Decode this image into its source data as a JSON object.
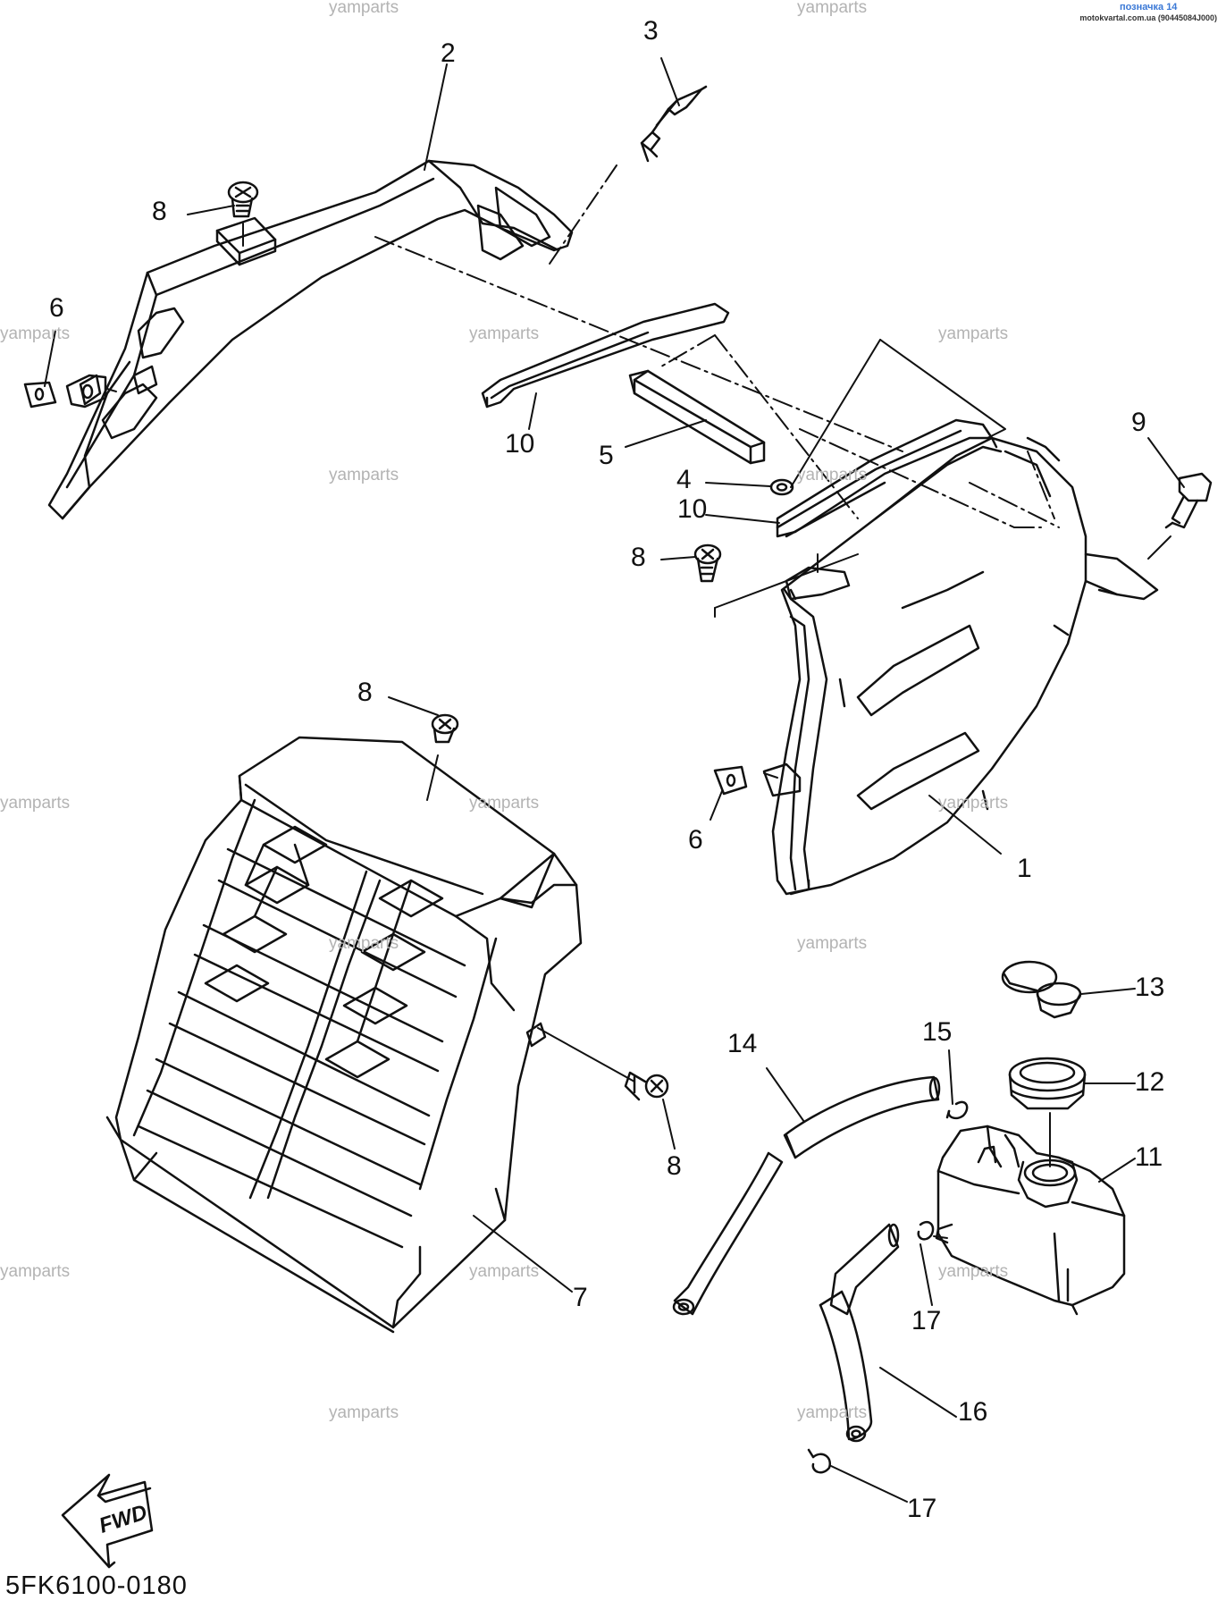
{
  "header": {
    "badge": "позначка 14",
    "site": "motokvartal.com.ua (90445084J000)"
  },
  "watermark": "yamparts",
  "callouts": {
    "c1": "1",
    "c2": "2",
    "c3": "3",
    "c4": "4",
    "c5": "5",
    "c6a": "6",
    "c6b": "6",
    "c7": "7",
    "c8a": "8",
    "c8b": "8",
    "c8c": "8",
    "c8d": "8",
    "c9": "9",
    "c10a": "10",
    "c10b": "10",
    "c11": "11",
    "c12": "12",
    "c13": "13",
    "c14": "14",
    "c15": "15",
    "c16": "16",
    "c17a": "17",
    "c17b": "17"
  },
  "fwd_label": "FWD",
  "diagram_code": "5FK6100-0180",
  "colors": {
    "line": "#111111",
    "watermark": "#b3b3b3",
    "badge": "#3a78d6"
  }
}
